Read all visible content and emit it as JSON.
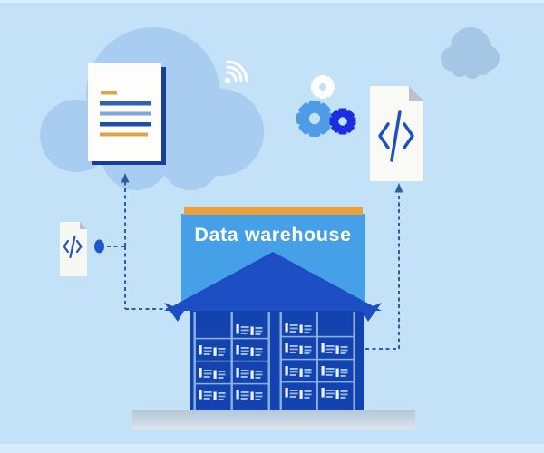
{
  "warehouse": {
    "sign_label": "Data warehouse"
  },
  "icons": {
    "document": "document-icon",
    "wifi": "wifi-signal-icon",
    "gears": "gears-icon",
    "code_file_large": "code-file-icon",
    "code_file_small": "code-file-icon",
    "cloud_large": "cloud-shape",
    "cloud_small": "cloud-shape",
    "arrow_left": "dashed-arrow-up",
    "arrow_right": "dashed-arrow-up"
  },
  "colors": {
    "background": "#c4e2f7",
    "top_strip": "#daeffc",
    "bottom_strip": "#d6ecfa",
    "cloud_large": "#a9cdf0",
    "cloud_small": "#a6c6e6",
    "document_shadow": "#1a3d9c",
    "document_paper": "#fdfdfc",
    "line_dark_blue": "#1d4fae",
    "line_mid_blue": "#2f63b8",
    "line_light_blue": "#7fa7dd",
    "gold": "#dda44e",
    "sign": "#46a0e8",
    "sign_stripe": "#e9a13b",
    "roof": "#1e4ec4",
    "body": "#1243ae",
    "rack": "#8cb0e0",
    "code_glyph": "#1d52c0",
    "paper_fold": "#b9c0c9",
    "connector": "#2d5f9f",
    "dot": "#1e56cc",
    "gear_white": "#ffffff",
    "gear_blue": "#4e9ce8",
    "gear_dark": "#1b2de0",
    "floor_top": "#b3c5d5",
    "floor_bottom": "#dde6ed"
  }
}
